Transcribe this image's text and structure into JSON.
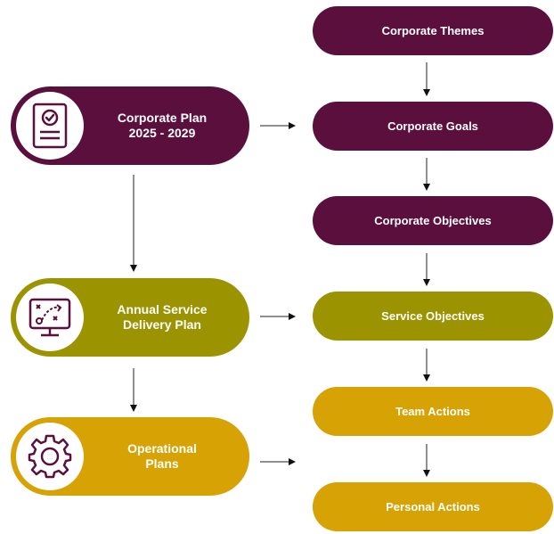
{
  "left_blocks": [
    {
      "line1": "Corporate Plan",
      "line2": "2025 - 2029",
      "icon": "document-check-icon",
      "color": "#5a0f3d"
    },
    {
      "line1": "Annual Service",
      "line2": "Delivery Plan",
      "icon": "strategy-board-icon",
      "color": "#9b9300"
    },
    {
      "line1": "Operational",
      "line2": "Plans",
      "icon": "gear-icon",
      "color": "#d7a204"
    }
  ],
  "right_blocks": [
    {
      "label": "Corporate Themes",
      "color": "#5a0f3d"
    },
    {
      "label": "Corporate Goals",
      "color": "#5a0f3d"
    },
    {
      "label": "Corporate Objectives",
      "color": "#5a0f3d"
    },
    {
      "label": "Service Objectives",
      "color": "#9b9300"
    },
    {
      "label": "Team Actions",
      "color": "#d7a204"
    },
    {
      "label": "Personal Actions",
      "color": "#d7a204"
    }
  ]
}
